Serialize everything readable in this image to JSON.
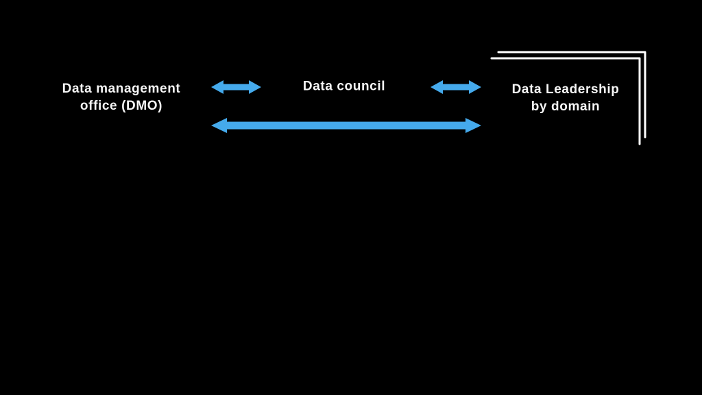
{
  "colors": {
    "background": "#000000",
    "arrow_blue": "#45aaec",
    "bracket_white": "#ffffff",
    "text_white": "#f6f6f6"
  },
  "diagram": {
    "nodes": {
      "dmo": {
        "id": "data-management-office",
        "lines": [
          "Data management",
          "office (DMO)"
        ]
      },
      "council": {
        "id": "data-council",
        "lines": [
          "Data council"
        ]
      },
      "leadership": {
        "id": "data-leadership-by-domain",
        "lines": [
          "Data Leadership",
          "by domain"
        ]
      }
    },
    "connectors": [
      {
        "from": "data-management-office",
        "to": "data-council",
        "style": "double-headed-arrow-short"
      },
      {
        "from": "data-council",
        "to": "data-leadership-by-domain",
        "style": "double-headed-arrow-short"
      },
      {
        "from": "data-management-office",
        "to": "data-leadership-by-domain",
        "style": "double-headed-arrow-long"
      }
    ],
    "decorations": [
      {
        "id": "corner-bracket",
        "description": "double-line top-right corner bracket"
      }
    ]
  }
}
